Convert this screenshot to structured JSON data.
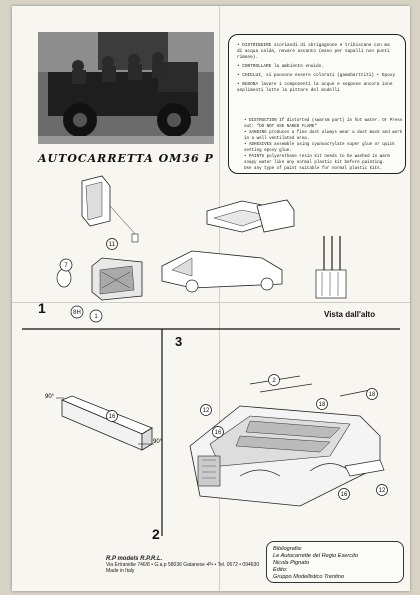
{
  "title": "AUTOCARRETTA OM36 P",
  "instructions": [
    "• DISTRIBUIRE scoriandi di sbrigagnone e tribiscane con ma di acqua calda, nevare ascanto (mano per sapalli non punti rimane).",
    "• CONTROLLARE la ambiente enuido.",
    "• CHIELUI, si puosono essere colorati (gamobarttiti) + Epoxy",
    "• BUSONA lavare i componenti la acque e seppone ancora ione anplimenti lutte la pittare del modelli"
  ],
  "legend": [
    {
      "key": "• DISTRUCTION",
      "text": "If distorted (swarsm part) in hot water. Or Press out: \"DO NOT USE NAKED FLAME\""
    },
    {
      "key": "• SANDING",
      "text": "produces a fine dust always wear a dust mask and work in a well ventilated area."
    },
    {
      "key": "• ADHESIVES",
      "text": "assemble using cyanoacrylate super glue or quick setting epoxy glue."
    },
    {
      "key": "• PAINTS",
      "text": "polyurethane resin kit needs to be washed in warm soapy water like any normal plastic kit before painting."
    },
    {
      "key": "",
      "text": "Use any type of paint suitable for normal plastic kits."
    }
  ],
  "steps": {
    "s1": "1",
    "s2": "2",
    "s3": "3"
  },
  "callouts": {
    "c11": "11",
    "c7": "7",
    "c8": "8H",
    "c1": "1",
    "c16a": "16",
    "c2": "2",
    "c18a": "18",
    "c18b": "18",
    "c12a": "12",
    "c16b": "16",
    "c16c": "16",
    "c12b": "12",
    "deg90a": "90°",
    "deg90b": "90°"
  },
  "vista": "Vista dall'alto",
  "maker": {
    "name": "R.P models R.P.R.L.",
    "address": "Via Ertranidie 746/8 • G.a.p 58036 Gatanese •P• • Tel. 0572 • 094630",
    "made": "Made in Italy"
  },
  "bibliography": {
    "heading": "Bibliografia:",
    "book": "Le Autocarrette del Regio Esercito",
    "author": "Nicola Pignato",
    "edited_label": "Edito:",
    "publisher": "Gruppo Modellistico Trentino"
  }
}
